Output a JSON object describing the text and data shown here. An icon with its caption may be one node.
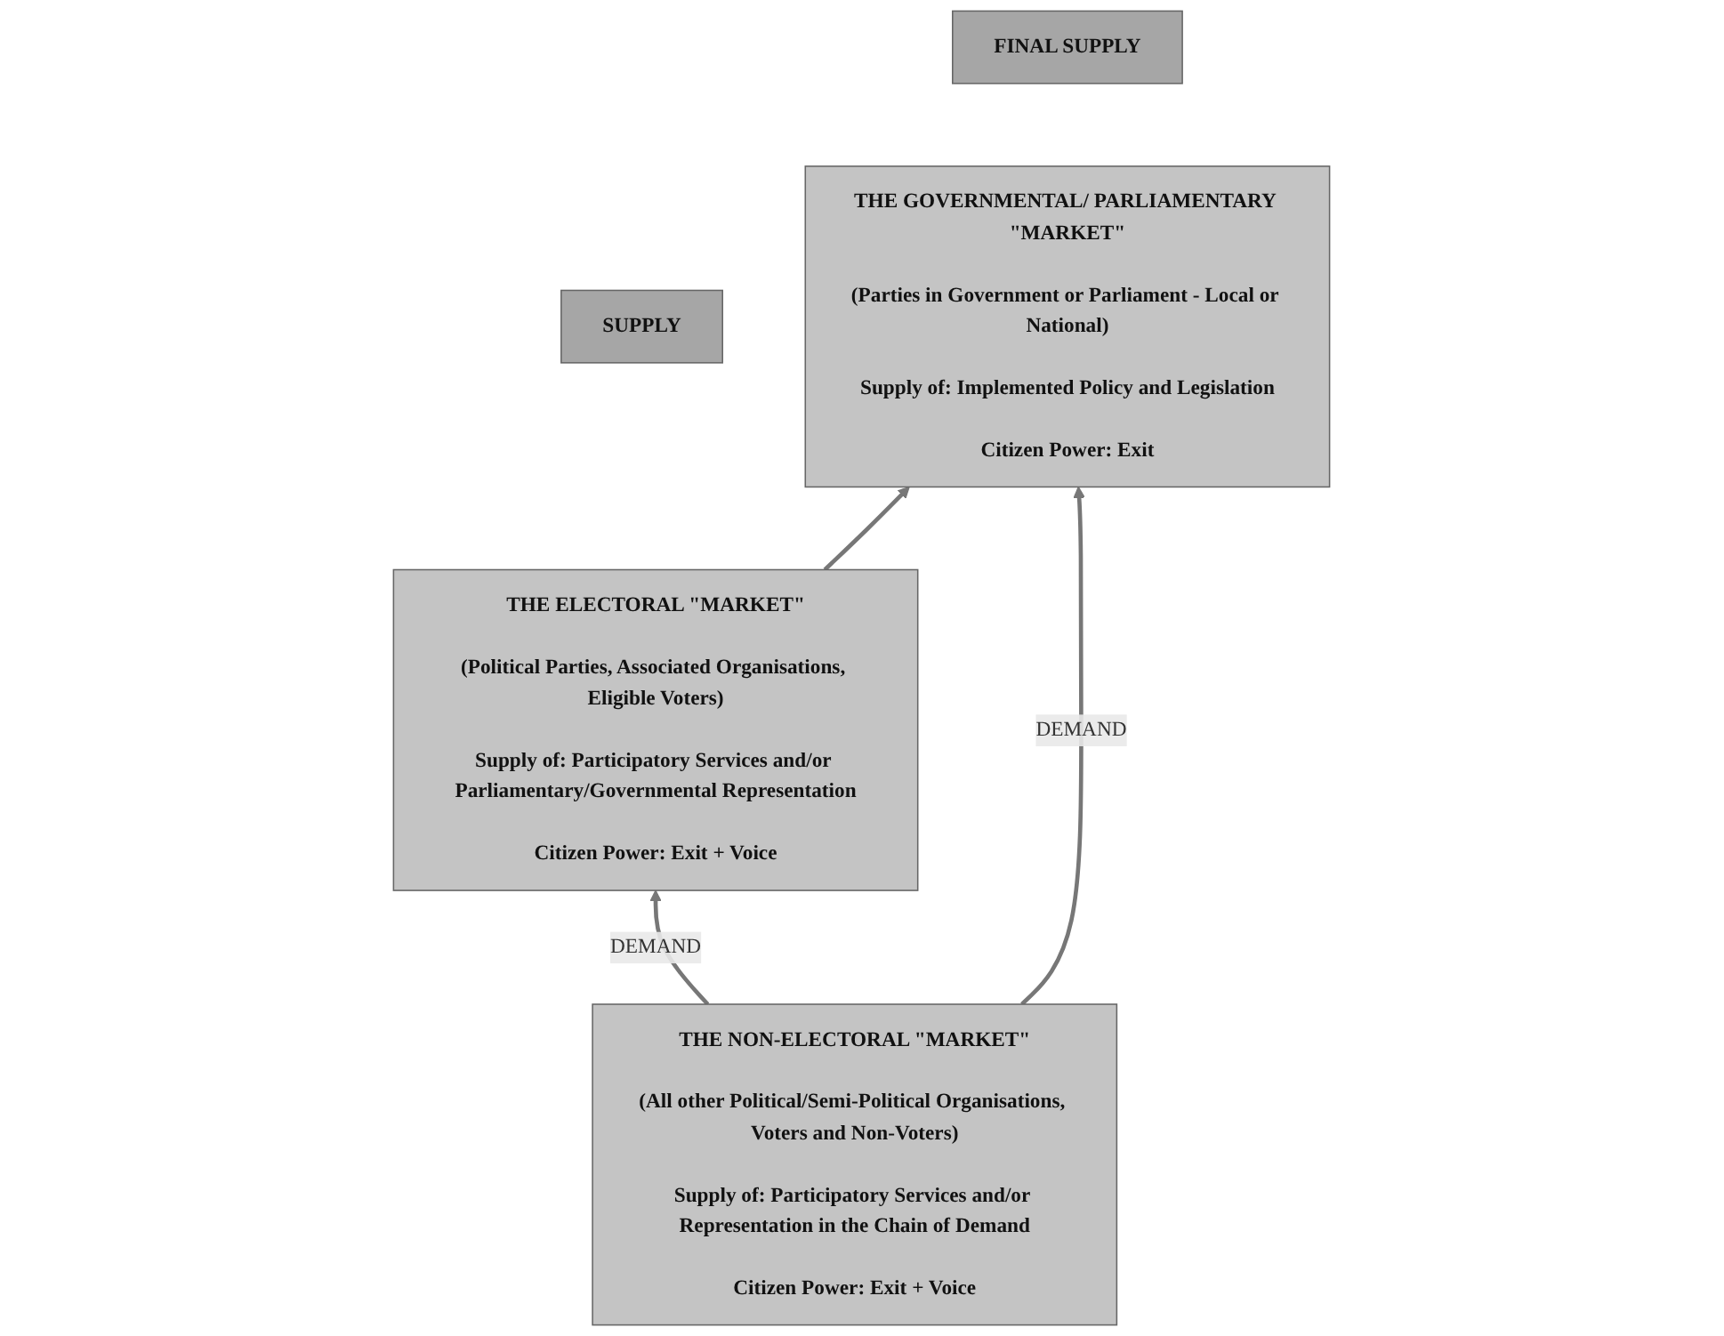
{
  "diagram": {
    "nodes": [
      {
        "text": [
          "SUPPLY"
        ]
      },
      {
        "text": [
          "THE ELECTORAL \"MARKET\"",
          "(Political Parties, Associated Organisations, Eligible Voters)",
          "Supply of: Participatory Services and/or Parliamentary/Governmental Representation",
          "Citizen Power: Exit + Voice"
        ]
      },
      {
        "text": [
          "FINAL SUPPLY"
        ]
      },
      {
        "text": [
          "THE GOVERNMENTAL/ PARLIAMENTARY \"MARKET\"",
          "(Parties in Government or Parliament - Local or National)",
          "Supply of: Implemented Policy and Legislation",
          "Citizen Power: Exit"
        ]
      },
      {
        "text": [
          "THE NON-ELECTORAL \"MARKET\"",
          "(All other Political/Semi-Political Organisations, Voters and Non-Voters)",
          "Supply of: Participatory Services and/or Representation in the Chain of Demand",
          "Citizen Power: Exit + Voice"
        ]
      }
    ],
    "edges": [
      {
        "from": 1,
        "to": 3,
        "arrow": "to"
      },
      {
        "from": 4,
        "to": 1,
        "arrow": "to",
        "label": "DEMAND"
      },
      {
        "from": 4,
        "to": 3,
        "arrow": "to",
        "label": "DEMAND"
      }
    ]
  }
}
